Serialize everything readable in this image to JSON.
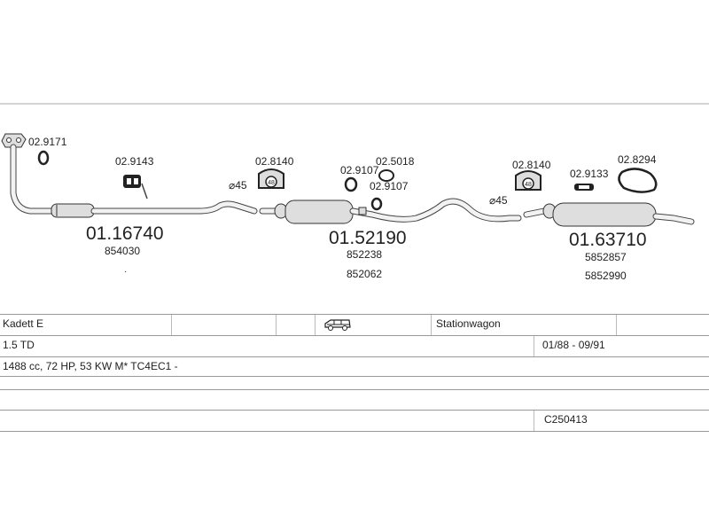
{
  "parts": {
    "p1": "02.9171",
    "p2": "02.9143",
    "p3": "02.8140",
    "p4": "02.9107",
    "p5": "02.5018",
    "p6": "02.9107",
    "p7": "02.8140",
    "p8": "02.9133",
    "p9": "02.8294",
    "clamp_size_1": "⌀45",
    "clamp_size_2": "⌀45",
    "section1_main": "01.16740",
    "section1_alt1": "854030",
    "section2_main": "01.52190",
    "section2_alt1": "852238",
    "section2_alt2": "852062",
    "section3_main": "01.63710",
    "section3_alt1": "5852857",
    "section3_alt2": "5852990"
  },
  "vehicle": {
    "model": "Kadett E",
    "body_type": "Stationwagon",
    "engine": "1.5 TD",
    "period": "01/88 - 09/91",
    "spec": "1488 cc, 72 HP, 53 KW M* TC4EC1 -",
    "catalog_code": "C250413"
  }
}
